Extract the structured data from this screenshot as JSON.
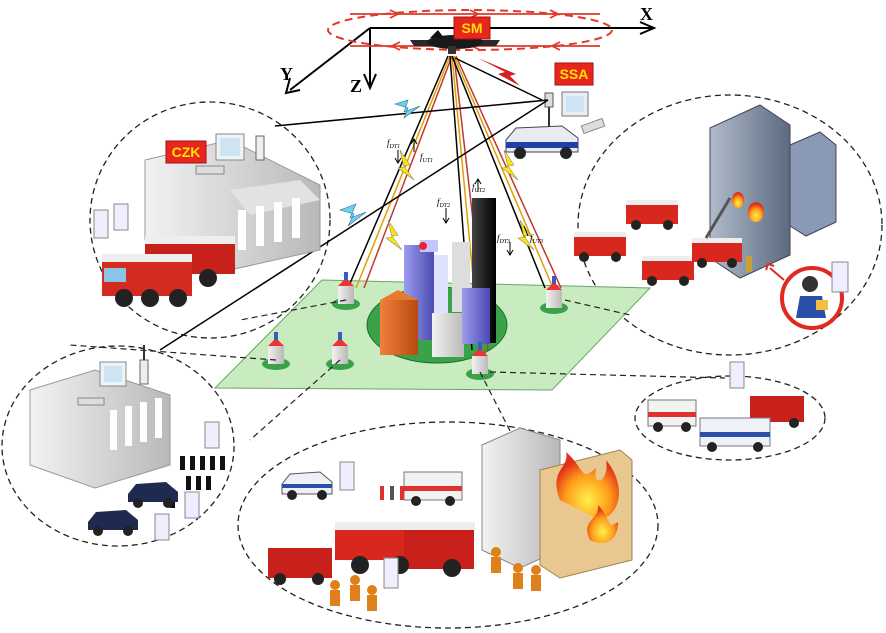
{
  "axes": {
    "x": "X",
    "y": "Y",
    "z": "Z"
  },
  "labels": {
    "sm": "SM",
    "ssa": "SSA",
    "czk": "CZK"
  },
  "link_labels": {
    "fdt1": "f",
    "fdt1_sub": "DT1",
    "fut1": "f",
    "fut1_sub": "UT1",
    "fdt2": "f",
    "fdt2_sub": "DT2",
    "fut2": "f",
    "fut2_sub": "UT2",
    "fdt3": "f",
    "fdt3_sub": "DT3",
    "fut3": "f",
    "fut3_sub": "UT3"
  },
  "colors": {
    "label_box": "#e8261d",
    "label_text": "#ffe300",
    "ground": "#c8ecc0",
    "ellipse_green": "#3aa34a",
    "orbit": "#e03a2a",
    "uplink_red": "#d42020"
  }
}
